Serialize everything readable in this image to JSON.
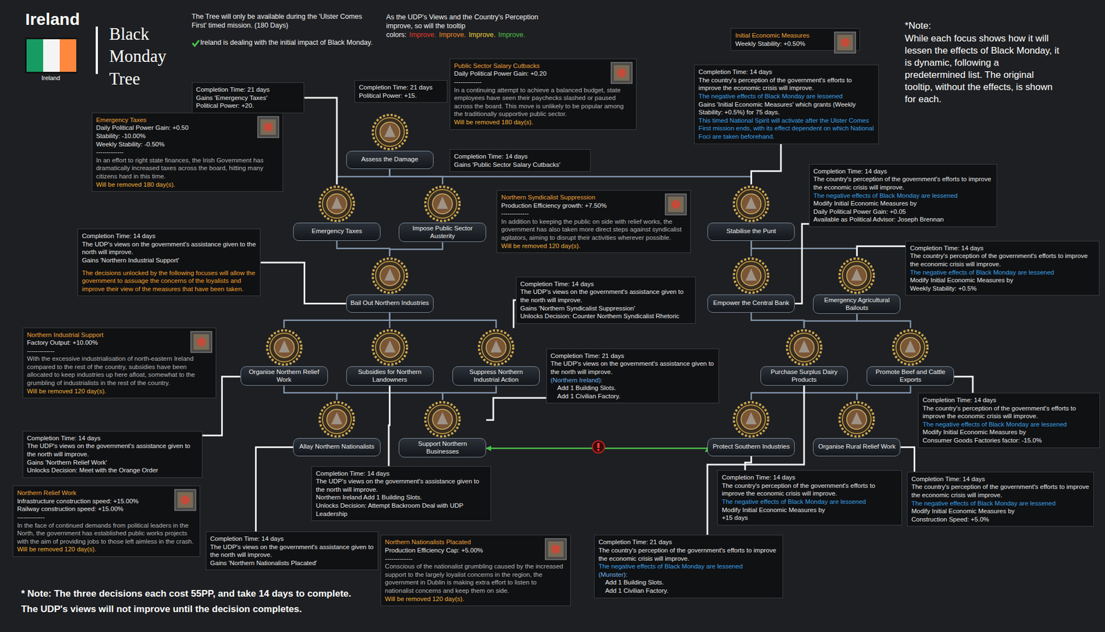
{
  "diagram": {
    "title": "Black Monday Tree",
    "nodes": [
      {
        "text": [
          "Completion Time: 21 days",
          "Gains 'Emergency Taxes'",
          "Political Power: +20."
        ]
      },
      {
        "text": [
          "Completion Time: 21 days",
          "Political Power: +15."
        ]
      },
      {
        "text": [
          "Public Sector Salary Cutbacks",
          "Daily Political Power Gain: +0.20",
          "-------------",
          "In a continuing attempt to achieve a balanced budget, state employees have seen their paychecks slashed or paused across the board. This move is unlikely to be popular among the traditionally supportive public sector.",
          "Will be removed 180 day(s)."
        ]
      },
      {
        "text": [
          "Initial Economic Measures",
          "Weekly Stability: +0.50%"
        ]
      },
      {
        "text": [
          "Completion Time: 14 days",
          "The country's perception of the government's efforts to improve the economic crisis will improve.",
          "The negative effects of Black Monday are lessened",
          "Gains 'Initial Economic Measures' which grants (Weekly Stability: +0.5%) for 75 days.",
          "This timed National Spirit will activate after the Ulster Comes First mission ends, with its effect dependent on which National Foci are taken beforehand."
        ]
      },
      {
        "text": [
          "Emergency Taxes",
          "Daily Political Power Gain: +0.50",
          "Stability: -10.00%",
          "Weekly Stability: -0.50%",
          "-------------",
          "In an effort to right state finances, the Irish Government has dramatically increased taxes across the board, hitting many citizens hard in this time.",
          "Will be removed 180 day(s)."
        ]
      },
      {
        "text": [
          "Assess the Damage"
        ]
      },
      {
        "text": [
          "Completion Time: 14 days",
          "Gains 'Public Sector Salary Cutbacks'"
        ]
      },
      {
        "text": [
          "Completion Time: 14 days",
          "The country's perception of the government's efforts to improve the economic crisis will improve.",
          "The negative effects of Black Monday are lessened",
          "Modify Initial Economic Measures by",
          "Daily Political Power Gain: +0.05",
          "Available as Political Advisor: Joseph Brennan"
        ]
      },
      {
        "text": [
          "Northern Syndicalist Suppression",
          "Production Efficiency growth: +7.50%",
          "-------------",
          "In addition to keeping the public on side with relief works, the government has also taken more direct steps against syndicalist agitators, aiming to disrupt their activities wherever possible.",
          "Will be removed 120 day(s)."
        ]
      },
      {
        "text": [
          "Emergency Taxes"
        ]
      },
      {
        "text": [
          "Impose Public Sector Austerity"
        ]
      },
      {
        "text": [
          "Stabilise the Punt"
        ]
      },
      {
        "text": [
          "Completion Time: 14 days",
          "The UDP's views on the government's assistance given to the north will improve.",
          "Gains 'Northern Industrial Support'",
          "The decisions unlocked by the following focuses will allow the government to assuage the concerns of the loyalists and improve their view of the measures that have been taken."
        ]
      },
      {
        "text": [
          "Completion Time: 14 days",
          "The country's perception of the government's efforts to improve the economic crisis will improve.",
          "The negative effects of Black Monday are lessened",
          "Modify Initial Economic Measures by",
          "Weekly Stability: +0.5%"
        ]
      },
      {
        "text": [
          "Completion Time: 14 days",
          "The UDP's views on the government's assistance given to the north will improve.",
          "Gains 'Northern Syndicalist Suppression'",
          "Unlocks Decision: Counter Northern Syndicalist Rhetoric"
        ]
      },
      {
        "text": [
          "Bail Out Northern Industries"
        ]
      },
      {
        "text": [
          "Empower the Central Bank"
        ]
      },
      {
        "text": [
          "Emergency Agricultural Bailouts"
        ]
      },
      {
        "text": [
          "Northern Industrial Support",
          "Factory Output: +10.00%",
          "-------------",
          "With the excessive industrialisation of north-eastern Ireland compared to the rest of the country, subsidies have been allocated to keep industries up here afloat, somewhat to the grumbling of industrialists in the rest of the country.",
          "Will be removed 120 day(s)."
        ]
      },
      {
        "text": [
          "Completion Time: 21 days",
          "The UDP's views on the government's assistance given to the north will improve.",
          "(Northern Ireland):",
          "Add 1 Building Slots.",
          "Add 1 Civilian Factory."
        ]
      },
      {
        "text": [
          "Organise Northern Relief Work"
        ]
      },
      {
        "text": [
          "Subsidies for Northern Landowners"
        ]
      },
      {
        "text": [
          "Suppress Northern Industrial Action"
        ]
      },
      {
        "text": [
          "Purchase Surplus Dairy Products"
        ]
      },
      {
        "text": [
          "Promote Beef and Cattle Exports"
        ]
      },
      {
        "text": [
          "Completion Time: 14 days",
          "The country's perception of the government's efforts to improve the economic crisis will improve.",
          "The negative effects of Black Monday are lessened",
          "Modify Initial Economic Measures by",
          "Consumer Goods Factories factor: -15.0%"
        ]
      },
      {
        "text": [
          "Completion Time: 14 days",
          "The UDP's views on the government's assistance given to the north will improve.",
          "Gains 'Northern Relief Work'",
          "Unlocks Decision: Meet with the Orange Order"
        ]
      },
      {
        "text": [
          "Allay Northern Nationalists"
        ]
      },
      {
        "text": [
          "Support Northern Businesses"
        ]
      },
      {
        "text": [
          "Protect Southern Industries"
        ]
      },
      {
        "text": [
          "Organise Rural Relief Work"
        ]
      },
      {
        "text": [
          "Completion Time: 14 days",
          "The UDP's views on the government's assistance given to the north will improve.",
          "Northern Ireland Add 1 Building Slots.",
          "Unlocks Decision: Attempt Backroom Deal with UDP Leadership"
        ]
      },
      {
        "text": [
          "Completion Time: 14 days",
          "The country's perception of the government's efforts to improve the economic crisis will improve.",
          "The negative effects of Black Monday are lessened",
          "Modify Initial Economic Measures by",
          "+15 days"
        ]
      },
      {
        "text": [
          "Completion Time: 14 days",
          "The country's perception of the government's efforts to improve the economic crisis will improve.",
          "The negative effects of Black Monday are lessened",
          "Modify Initial Economic Measures by",
          "Construction Speed: +5.0%"
        ]
      },
      {
        "text": [
          "Northern Relief Work",
          "Infrastructure construction speed: +15.00%",
          "Railway construction speed: +15.00%",
          "-------------",
          "In the face of continued demands from political leaders in the North, the government has established public works projects with the aim of providing jobs to those left aimless in the crash.",
          "Will be removed 120 day(s)."
        ]
      },
      {
        "text": [
          "Completion Time: 14 days",
          "The UDP's views on the government's assistance given to the north will improve.",
          "Gains 'Northern Nationalists Placated'"
        ]
      },
      {
        "text": [
          "Northern Nationalists Placated",
          "Production Efficiency Cap: +5.00%",
          "-------------",
          "Conscious of the nationalist grumbling caused by the increased support to the largely loyalist concerns in the region, the government in Dublin is making extra effort to listen to nationalist concerns and keep them on side.",
          "Will be removed 120 day(s)."
        ]
      },
      {
        "text": [
          "Completion Time: 21 days",
          "The country's perception of the government's efforts to improve the economic crisis will improve.",
          "The negative effects of Black Monday are lessened",
          "(Munster):",
          "Add 1 Building Slots.",
          "Add 1 Civilian Factory."
        ]
      }
    ],
    "edges": [
      {
        "from": 6,
        "to": 10,
        "arrow": "none"
      },
      {
        "from": 6,
        "to": 11,
        "arrow": "none"
      },
      {
        "from": 6,
        "to": 12,
        "arrow": "none"
      },
      {
        "from": 10,
        "to": 16,
        "arrow": "none"
      },
      {
        "from": 11,
        "to": 16,
        "arrow": "none"
      },
      {
        "from": 16,
        "to": 21,
        "arrow": "none"
      },
      {
        "from": 16,
        "to": 22,
        "arrow": "none"
      },
      {
        "from": 16,
        "to": 23,
        "arrow": "none"
      },
      {
        "from": 21,
        "to": 28,
        "arrow": "none"
      },
      {
        "from": 22,
        "to": 28,
        "arrow": "none"
      },
      {
        "from": 22,
        "to": 29,
        "arrow": "none"
      },
      {
        "from": 23,
        "to": 29,
        "arrow": "none"
      },
      {
        "from": 12,
        "to": 17,
        "arrow": "none"
      },
      {
        "from": 12,
        "to": 18,
        "arrow": "none"
      },
      {
        "from": 17,
        "to": 24,
        "arrow": "none"
      },
      {
        "from": 18,
        "to": 24,
        "arrow": "none"
      },
      {
        "from": 18,
        "to": 25,
        "arrow": "none"
      },
      {
        "from": 24,
        "to": 30,
        "arrow": "none"
      },
      {
        "from": 24,
        "to": 31,
        "arrow": "none"
      },
      {
        "from": 25,
        "to": 31,
        "arrow": "none"
      },
      {
        "from": 29,
        "to": 30,
        "arrow": "both"
      },
      {
        "from": 0,
        "to": 10,
        "arrow": "none"
      },
      {
        "from": 4,
        "to": 12,
        "arrow": "none"
      },
      {
        "from": 8,
        "to": 17,
        "arrow": "none"
      },
      {
        "from": 14,
        "to": 18,
        "arrow": "none"
      },
      {
        "from": 13,
        "to": 16,
        "arrow": "none"
      },
      {
        "from": 15,
        "to": 23,
        "arrow": "none"
      },
      {
        "from": 20,
        "to": 29,
        "arrow": "none"
      },
      {
        "from": 32,
        "to": 22,
        "arrow": "none"
      },
      {
        "from": 27,
        "to": 21,
        "arrow": "none"
      },
      {
        "from": 36,
        "to": 28,
        "arrow": "none"
      },
      {
        "from": 33,
        "to": 30,
        "arrow": "none"
      },
      {
        "from": 38,
        "to": 24,
        "arrow": "none"
      },
      {
        "from": 26,
        "to": 25,
        "arrow": "none"
      },
      {
        "from": 34,
        "to": 31,
        "arrow": "none"
      }
    ],
    "labels": [
      "Ireland",
      "Ireland",
      "The Tree will only be available during the 'Ulster Comes First' timed mission. (180 Days)",
      "Ireland is dealing with the initial impact of Black Monday.",
      "As the UDP's Views and the Country's Perception improve, so will the tooltip colors:",
      "Improve.",
      "Improve.",
      "Improve.",
      "Improve.",
      "*Note:",
      "While each focus shows how it will lessen the effects of Black Monday, it is dynamic, following a predetermined list. The original tooltip, without the effects, is shown for each.",
      "* Note: The three decisions each cost 55PP, and take 14 days to complete.",
      "The UDP's views will not improve until the decision completes."
    ]
  }
}
